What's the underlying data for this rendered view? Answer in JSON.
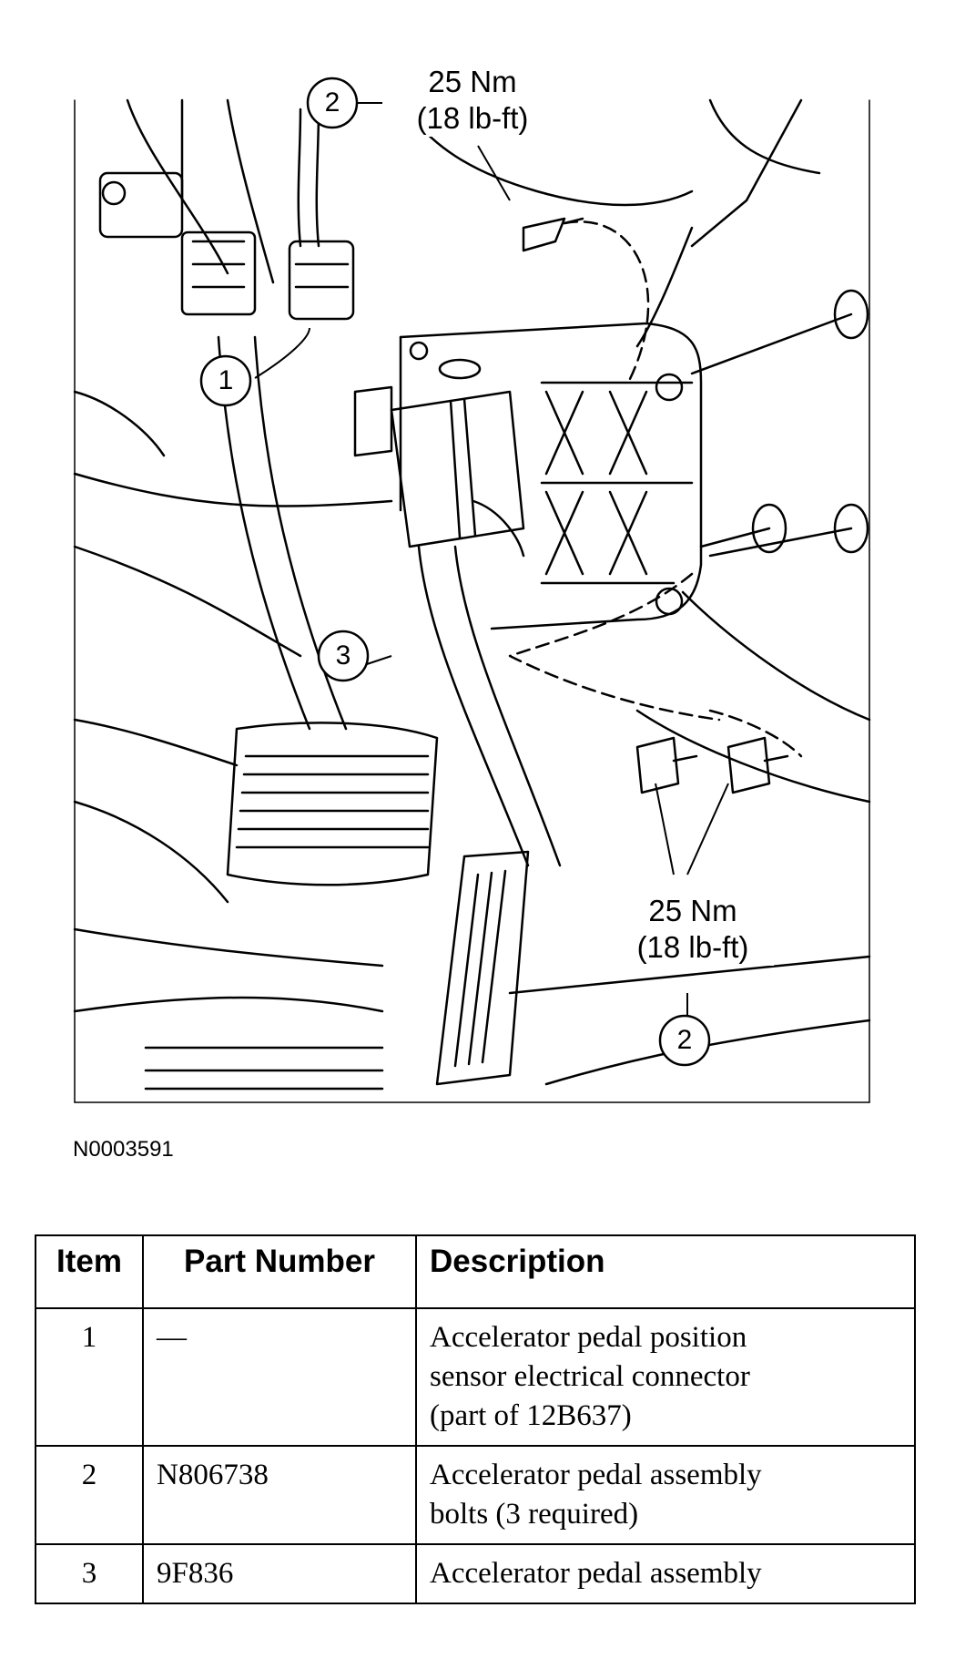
{
  "figure": {
    "torque_top": {
      "nm": "25 Nm",
      "lbft": "(18 lb-ft)"
    },
    "torque_bottom": {
      "nm": "25 Nm",
      "lbft": "(18 lb-ft)"
    },
    "callouts": [
      "1",
      "2",
      "3",
      "2"
    ],
    "figure_id": "N0003591"
  },
  "table": {
    "headers": {
      "item": "Item",
      "part_number": "Part Number",
      "description": "Description"
    },
    "rows": [
      {
        "item": "1",
        "part_number": "—",
        "description_lines": [
          "Accelerator pedal position",
          "sensor electrical connector",
          "(part of 12B637)"
        ]
      },
      {
        "item": "2",
        "part_number": "N806738",
        "description_lines": [
          "Accelerator pedal assembly",
          "bolts (3 required)"
        ]
      },
      {
        "item": "3",
        "part_number": "9F836",
        "description_lines": [
          "Accelerator pedal assembly"
        ]
      }
    ]
  }
}
